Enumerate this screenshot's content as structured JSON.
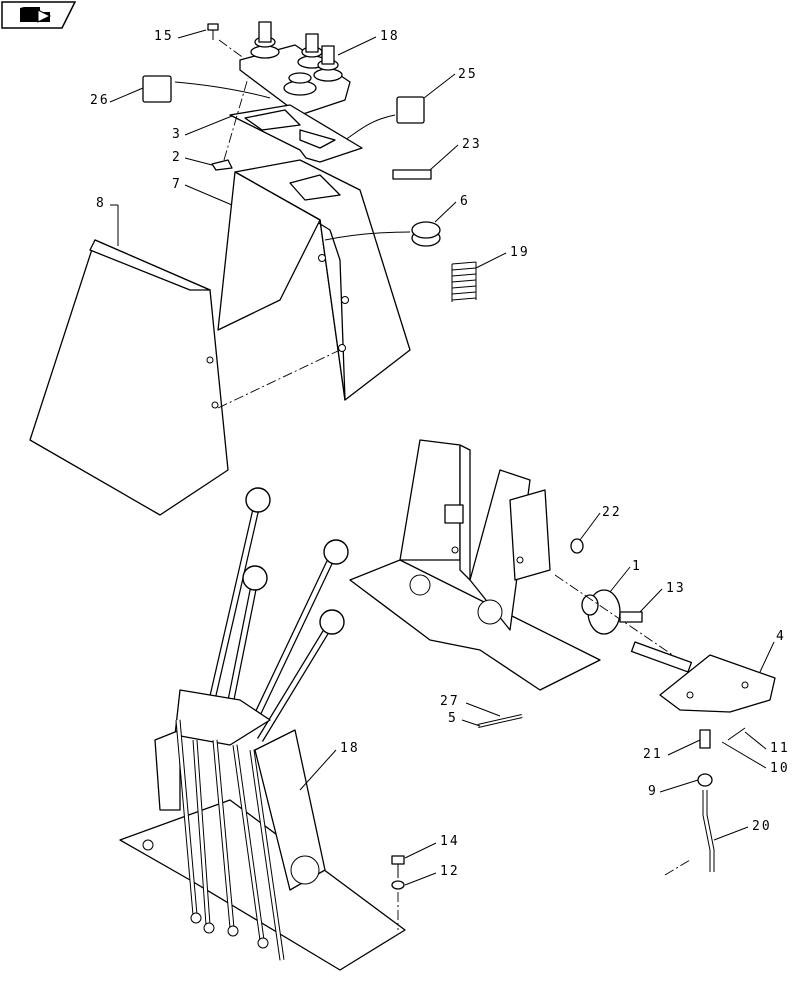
{
  "callouts": [
    {
      "id": "c15",
      "text": "15"
    },
    {
      "id": "c18a",
      "text": "18"
    },
    {
      "id": "c25",
      "text": "25"
    },
    {
      "id": "c26",
      "text": "26"
    },
    {
      "id": "c3",
      "text": "3"
    },
    {
      "id": "c2",
      "text": "2"
    },
    {
      "id": "c23",
      "text": "23"
    },
    {
      "id": "c7",
      "text": "7"
    },
    {
      "id": "c6",
      "text": "6"
    },
    {
      "id": "c8",
      "text": "8"
    },
    {
      "id": "c19",
      "text": "19"
    },
    {
      "id": "c22",
      "text": "22"
    },
    {
      "id": "c1",
      "text": "1"
    },
    {
      "id": "c13",
      "text": "13"
    },
    {
      "id": "c4",
      "text": "4"
    },
    {
      "id": "c27",
      "text": "27"
    },
    {
      "id": "c5",
      "text": "5"
    },
    {
      "id": "c21",
      "text": "21"
    },
    {
      "id": "c11",
      "text": "11"
    },
    {
      "id": "c10",
      "text": "10"
    },
    {
      "id": "c9",
      "text": "9"
    },
    {
      "id": "c18b",
      "text": "18"
    },
    {
      "id": "c20",
      "text": "20"
    },
    {
      "id": "c14",
      "text": "14"
    },
    {
      "id": "c12",
      "text": "12"
    }
  ],
  "icons": {
    "nav": "folder-arrow-icon"
  }
}
